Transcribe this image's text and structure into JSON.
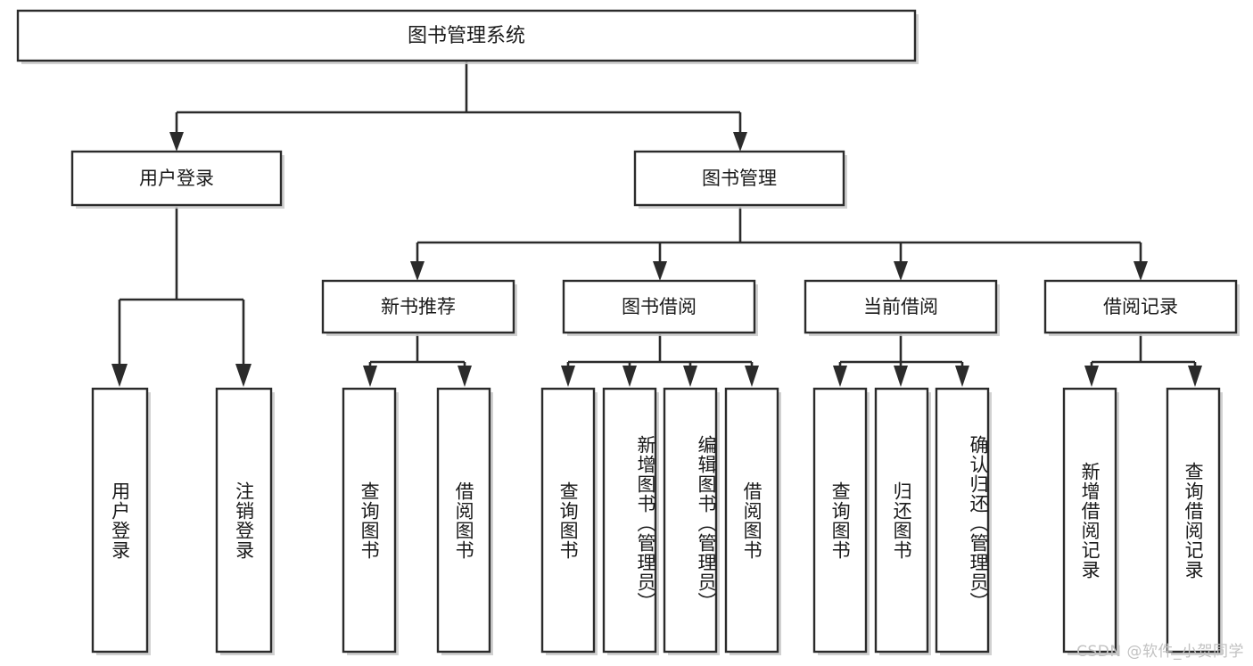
{
  "diagram": {
    "title": "图书管理系统",
    "type": "hierarchy-tree",
    "orientation": "top-down",
    "colors": {
      "box_fill": "#ffffff",
      "box_stroke": "#2b2b2b",
      "connector": "#2b2b2b",
      "text": "#1a1a1a",
      "watermark": "#c2c2c2",
      "background": "#ffffff"
    }
  },
  "watermark": {
    "text": "CSDN @软件_小贺同学"
  },
  "chart_data": {
    "type": "table",
    "title": "图书管理系统",
    "levels": 4,
    "nodes": [
      {
        "id": "root",
        "label": "图书管理系统",
        "level": 0,
        "parent": null,
        "orientation": "horizontal"
      },
      {
        "id": "n-login",
        "label": "用户登录",
        "level": 1,
        "parent": "root",
        "orientation": "horizontal"
      },
      {
        "id": "n-book-mgmt",
        "label": "图书管理",
        "level": 1,
        "parent": "root",
        "orientation": "horizontal"
      },
      {
        "id": "n-new-rec",
        "label": "新书推荐",
        "level": 2,
        "parent": "n-book-mgmt",
        "orientation": "horizontal"
      },
      {
        "id": "n-borrow",
        "label": "图书借阅",
        "level": 2,
        "parent": "n-book-mgmt",
        "orientation": "horizontal"
      },
      {
        "id": "n-current",
        "label": "当前借阅",
        "level": 2,
        "parent": "n-book-mgmt",
        "orientation": "horizontal"
      },
      {
        "id": "n-record",
        "label": "借阅记录",
        "level": 2,
        "parent": "n-book-mgmt",
        "orientation": "horizontal"
      },
      {
        "id": "l-user-login",
        "label": "用户登录",
        "level": 3,
        "parent": "n-login",
        "orientation": "vertical"
      },
      {
        "id": "l-user-logout",
        "label": "注销登录",
        "level": 3,
        "parent": "n-login",
        "orientation": "vertical"
      },
      {
        "id": "l-nr-query",
        "label": "查询图书",
        "level": 3,
        "parent": "n-new-rec",
        "orientation": "vertical"
      },
      {
        "id": "l-nr-borrow",
        "label": "借阅图书",
        "level": 3,
        "parent": "n-new-rec",
        "orientation": "vertical"
      },
      {
        "id": "l-bw-query",
        "label": "查询图书",
        "level": 3,
        "parent": "n-borrow",
        "orientation": "vertical"
      },
      {
        "id": "l-bw-add",
        "label": "新增图书（管理员）",
        "level": 3,
        "parent": "n-borrow",
        "orientation": "vertical"
      },
      {
        "id": "l-bw-edit",
        "label": "编辑图书（管理员）",
        "level": 3,
        "parent": "n-borrow",
        "orientation": "vertical"
      },
      {
        "id": "l-bw-borrow",
        "label": "借阅图书",
        "level": 3,
        "parent": "n-borrow",
        "orientation": "vertical"
      },
      {
        "id": "l-cur-query",
        "label": "查询图书",
        "level": 3,
        "parent": "n-current",
        "orientation": "vertical"
      },
      {
        "id": "l-cur-return",
        "label": "归还图书",
        "level": 3,
        "parent": "n-current",
        "orientation": "vertical"
      },
      {
        "id": "l-cur-confirm",
        "label": "确认归还（管理员）",
        "level": 3,
        "parent": "n-current",
        "orientation": "vertical"
      },
      {
        "id": "l-rec-add",
        "label": "新增借阅记录",
        "level": 3,
        "parent": "n-record",
        "orientation": "vertical"
      },
      {
        "id": "l-rec-query",
        "label": "查询借阅记录",
        "level": 3,
        "parent": "n-record",
        "orientation": "vertical"
      }
    ],
    "edges": [
      {
        "from": "root",
        "to": "n-login"
      },
      {
        "from": "root",
        "to": "n-book-mgmt"
      },
      {
        "from": "n-login",
        "to": "l-user-login"
      },
      {
        "from": "n-login",
        "to": "l-user-logout"
      },
      {
        "from": "n-book-mgmt",
        "to": "n-new-rec"
      },
      {
        "from": "n-book-mgmt",
        "to": "n-borrow"
      },
      {
        "from": "n-book-mgmt",
        "to": "n-current"
      },
      {
        "from": "n-book-mgmt",
        "to": "n-record"
      },
      {
        "from": "n-new-rec",
        "to": "l-nr-query"
      },
      {
        "from": "n-new-rec",
        "to": "l-nr-borrow"
      },
      {
        "from": "n-borrow",
        "to": "l-bw-query"
      },
      {
        "from": "n-borrow",
        "to": "l-bw-add"
      },
      {
        "from": "n-borrow",
        "to": "l-bw-edit"
      },
      {
        "from": "n-borrow",
        "to": "l-bw-borrow"
      },
      {
        "from": "n-current",
        "to": "l-cur-query"
      },
      {
        "from": "n-current",
        "to": "l-cur-return"
      },
      {
        "from": "n-current",
        "to": "l-cur-confirm"
      },
      {
        "from": "n-record",
        "to": "l-rec-add"
      },
      {
        "from": "n-record",
        "to": "l-rec-query"
      }
    ]
  }
}
